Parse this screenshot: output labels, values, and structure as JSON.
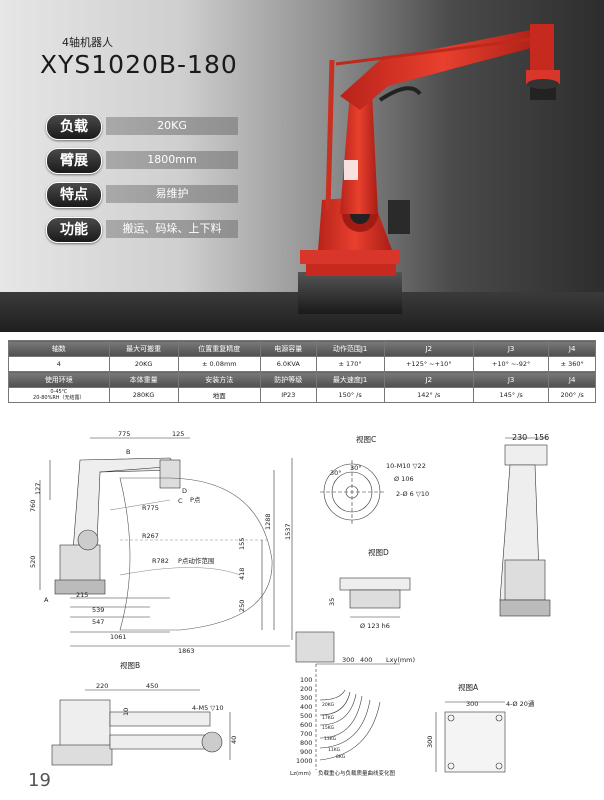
{
  "header": {
    "subtitle": "4轴机器人",
    "model": "XYS1020B-180"
  },
  "specs": [
    {
      "label": "负载",
      "value": "20KG"
    },
    {
      "label": "臂展",
      "value": "1800mm"
    },
    {
      "label": "特点",
      "value": "易维护"
    },
    {
      "label": "功能",
      "value": "搬运、码垛、上下料"
    }
  ],
  "table": {
    "row1_headers": [
      "轴数",
      "最大可搬重",
      "位置重复精度",
      "电源容量",
      "动作范围J1",
      "J2",
      "J3",
      "J4"
    ],
    "row1_values": [
      "4",
      "20KG",
      "± 0.08mm",
      "6.0KVA",
      "± 170°",
      "+125° ~+10°",
      "+10° ~-92°",
      "± 360°"
    ],
    "row2_headers": [
      "使用环境",
      "本体重量",
      "安装方法",
      "防护等级",
      "最大速度J1",
      "J2",
      "J3",
      "J4"
    ],
    "row2_values": [
      "0-45℃\n20-80%RH（无结露）",
      "280KG",
      "地面",
      "IP23",
      "150° /s",
      "142° /s",
      "145° /s",
      "200° /s"
    ]
  },
  "drawing": {
    "dims_main": [
      "775",
      "125",
      "127",
      "760",
      "520",
      "215",
      "539",
      "547",
      "1061",
      "1863",
      "R775",
      "R267",
      "R782",
      "155",
      "418",
      "250",
      "1288",
      "1537"
    ],
    "labels_main": [
      "B",
      "D",
      "C",
      "P点",
      "P点动作范围",
      "A"
    ],
    "view_c_title": "视图C",
    "view_c_dims": [
      "30°",
      "30°",
      "10-M10 ▽22",
      "Ø 106",
      "2-Ø 6 ▽10"
    ],
    "view_d_title": "视图D",
    "view_d_dims": [
      "35",
      "Ø 123 h6"
    ],
    "side_dims": [
      "230",
      "156"
    ],
    "view_b_title": "视图B",
    "view_b_dims": [
      "220",
      "450",
      "10",
      "4-M5 ▽10",
      "40"
    ],
    "load_chart": {
      "x_axis_label": "Lxy(mm)",
      "x_ticks": [
        "300",
        "400"
      ],
      "y_axis_label": "Lz(mm)",
      "y_ticks": [
        "100",
        "200",
        "300",
        "400",
        "500",
        "600",
        "700",
        "800",
        "900",
        "1000"
      ],
      "curves": [
        "20KG",
        "17KG",
        "15KG",
        "13KG",
        "11KG",
        "8KG"
      ],
      "caption": "负载重心与负载质量曲线变化图"
    },
    "view_a_title": "视图A",
    "view_a_dims": [
      "300",
      "4-Ø 20通",
      "300"
    ]
  },
  "page_number": "19"
}
